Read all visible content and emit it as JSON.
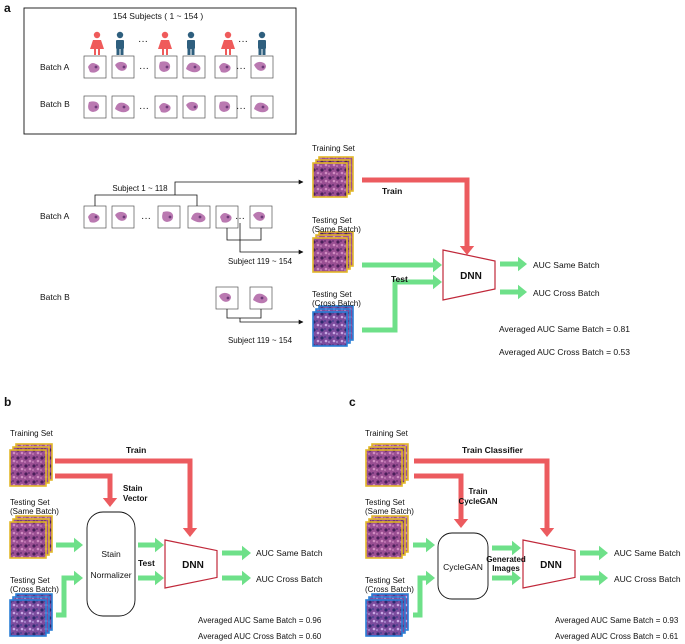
{
  "colors": {
    "train_arrow": "#ec5b5f",
    "test_arrow": "#6ee089",
    "person_female": "#ef5b5b",
    "person_male": "#2f5f7e",
    "tissue": "#b26aa8",
    "tissue_dark": "#6d3a78",
    "training_border": "#e2b829",
    "testing_same_border": "#e2b829",
    "testing_cross_border": "#2b7fd6",
    "dnn_border": "#c0283a"
  },
  "icons": [
    "person-female-icon",
    "person-male-icon",
    "tissue-slide-icon",
    "dnn-trapezoid-icon"
  ],
  "panel_a": {
    "letter": "a",
    "subjects_title": "154 Subjects ( 1 ~ 154 )",
    "ellipsis": "···",
    "batch_a": "Batch A",
    "batch_b": "Batch B",
    "subject_train_range": "Subject 1 ~ 118",
    "subject_test_range": "Subject 119 ~ 154",
    "subject_test_range_b": "Subject 119 ~ 154",
    "training_set": "Training Set",
    "testing_same_1": "Testing Set",
    "testing_same_2": "(Same Batch)",
    "testing_cross_1": "Testing Set",
    "testing_cross_2": "(Cross Batch)",
    "train": "Train",
    "test": "Test",
    "dnn": "DNN",
    "auc_same": "AUC Same Batch",
    "auc_cross": "AUC Cross Batch",
    "avg_same": "Averaged AUC Same Batch = 0.81",
    "avg_cross": "Averaged AUC Cross Batch = 0.53"
  },
  "panel_b": {
    "letter": "b",
    "training_set": "Training Set",
    "train": "Train",
    "stain_vector_1": "Stain",
    "stain_vector_2": "Vector",
    "testing_same_1": "Testing Set",
    "testing_same_2": "(Same Batch)",
    "testing_cross_1": "Testing Set",
    "testing_cross_2": "(Cross Batch)",
    "normalizer_1": "Stain",
    "normalizer_2": "Normalizer",
    "test": "Test",
    "dnn": "DNN",
    "auc_same": "AUC Same Batch",
    "auc_cross": "AUC Cross Batch",
    "avg_same": "Averaged AUC Same Batch = 0.96",
    "avg_cross": "Averaged AUC Cross Batch = 0.60"
  },
  "panel_c": {
    "letter": "c",
    "training_set": "Training Set",
    "train_classifier": "Train Classifier",
    "train_cyclegan_1": "Train",
    "train_cyclegan_2": "CycleGAN",
    "testing_same_1": "Testing Set",
    "testing_same_2": "(Same Batch)",
    "testing_cross_1": "Testing Set",
    "testing_cross_2": "(Cross Batch)",
    "cyclegan": "CycleGAN",
    "generated_1": "Generated",
    "generated_2": "Images",
    "dnn": "DNN",
    "auc_same": "AUC Same Batch",
    "auc_cross": "AUC Cross Batch",
    "avg_same": "Averaged AUC Same Batch = 0.93",
    "avg_cross": "Averaged AUC Cross Batch = 0.61"
  }
}
